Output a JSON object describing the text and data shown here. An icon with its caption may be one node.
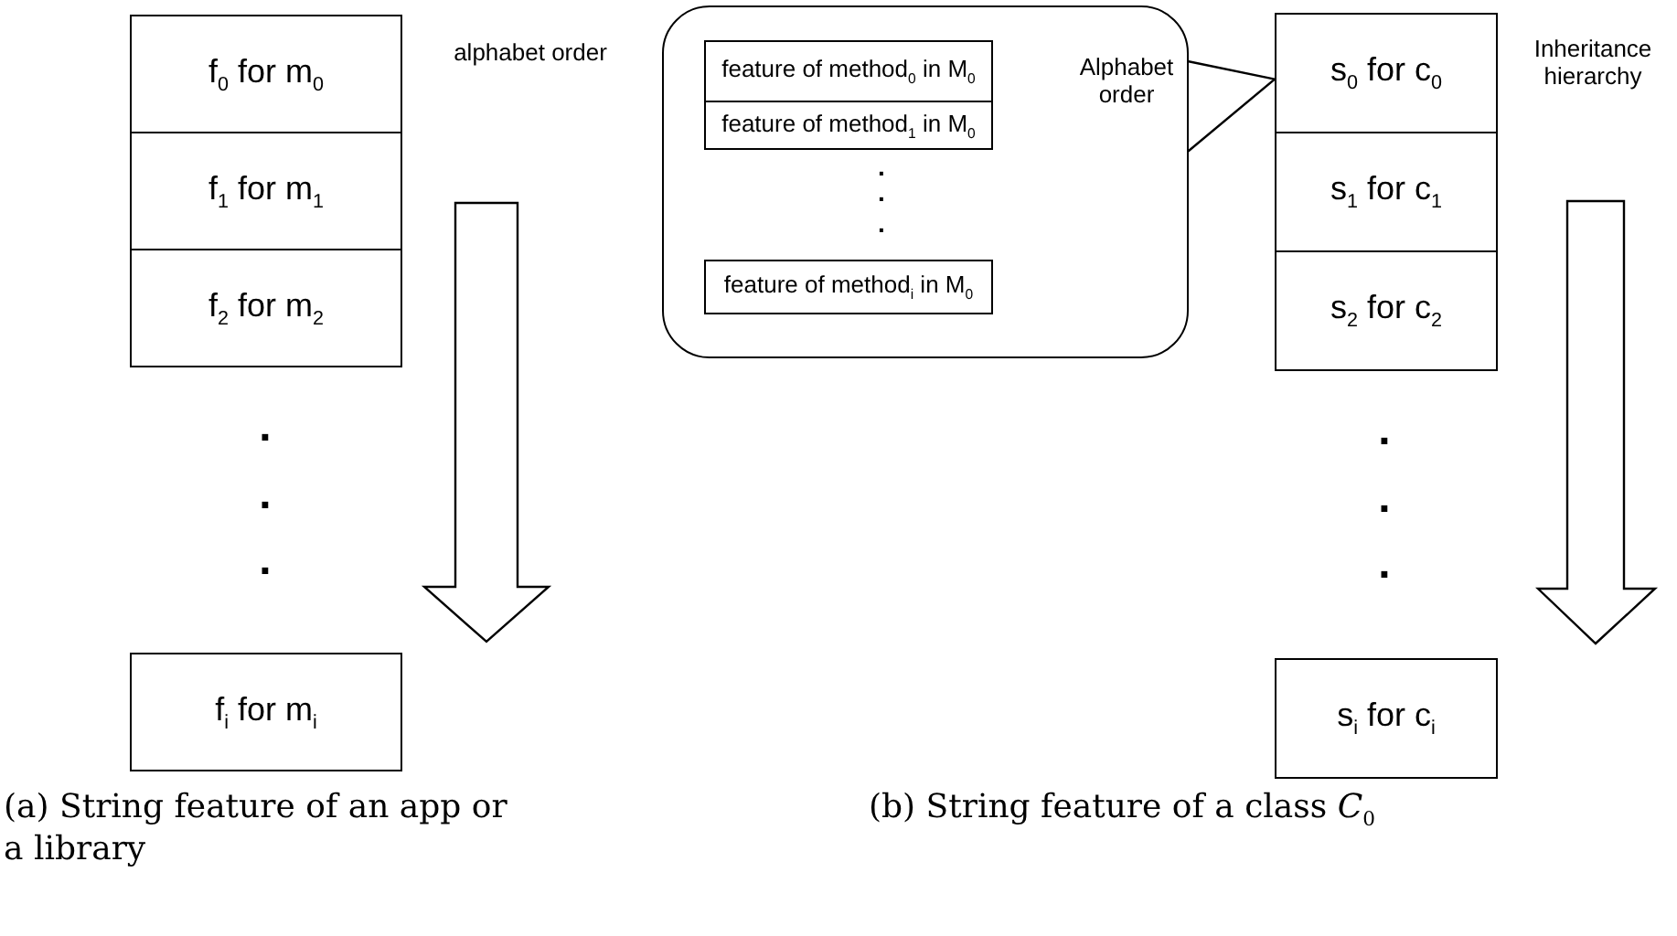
{
  "diagram": {
    "nodes": [
      {
        "text": [
          "f$_{0}$ for m$_{0}$"
        ]
      },
      {
        "text": [
          "f$_{1}$ for m$_{1}$"
        ]
      },
      {
        "text": [
          "f$_{2}$ for m$_{2}$"
        ]
      },
      {
        "text": [
          "f$_{i}$ for m$_{i}$"
        ]
      },
      {
        "text": [],
        "shape": "bubble"
      },
      {
        "text": [
          "feature of method$_{0}$ in M$_{0}$"
        ],
        "in": 4
      },
      {
        "text": [
          "feature of method$_{1}$ in M$_{0}$"
        ],
        "in": 4
      },
      {
        "text": [
          "feature of method$_{i}$ in M$_{0}$"
        ],
        "in": 4
      },
      {
        "text": [
          "s$_{0}$ for c$_{0}$"
        ]
      },
      {
        "text": [
          "s$_{1}$ for c$_{1}$"
        ]
      },
      {
        "text": [
          "s$_{2}$ for c$_{2}$"
        ]
      },
      {
        "text": [
          "s$_{i}$ for c$_{i}$"
        ]
      }
    ],
    "edges": [
      {
        "from": 4,
        "to": 8,
        "arrow": "none"
      }
    ],
    "labels": [
      "alphabet order",
      ".",
      ".",
      ".",
      "Alphabet order",
      ".",
      ".",
      ".",
      "Inheritance hierarchy",
      ".",
      ".",
      ".",
      "(a) String feature of an app or a library",
      "(b) String feature of a class *C*$_{0}$"
    ]
  }
}
